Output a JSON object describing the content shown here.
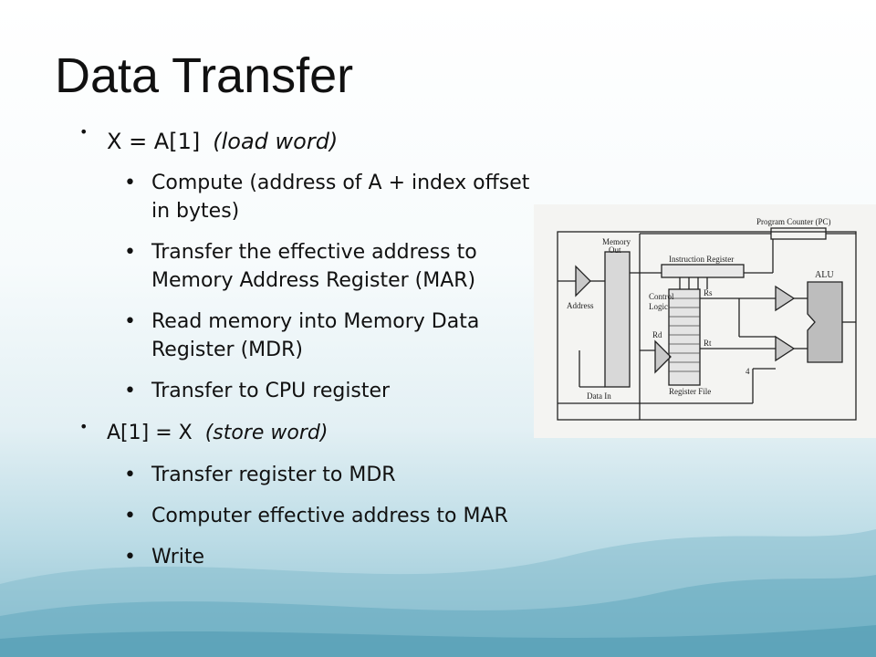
{
  "slide": {
    "title": "Data Transfer"
  },
  "bullets": {
    "load": {
      "main": "X = A[1]",
      "note": "(load word)",
      "steps": [
        "Compute (address of A + index offset in bytes)",
        "Transfer the effective address to Memory Address Register (MAR)",
        "Read memory into Memory Data Register (MDR)",
        "Transfer to CPU register"
      ]
    },
    "store": {
      "main": "A[1] = X",
      "note": "(store word)",
      "steps": [
        "Transfer register to MDR",
        "Computer effective address to MAR",
        "Write"
      ]
    }
  },
  "diagram": {
    "labels": {
      "program_counter": "Program Counter (PC)",
      "memory": "Memory",
      "out": "Out",
      "instruction_register": "Instruction Register",
      "alu": "ALU",
      "control": "Control",
      "logic": "Logic",
      "rs": "Rs",
      "address": "Address",
      "rd": "Rd",
      "rt": "Rt",
      "four": "4",
      "data_in": "Data In",
      "register_file": "Register File"
    }
  },
  "colors": {
    "text": "#111111",
    "background_top": "#ffffff",
    "background_bottom": "#8ec2d2"
  }
}
